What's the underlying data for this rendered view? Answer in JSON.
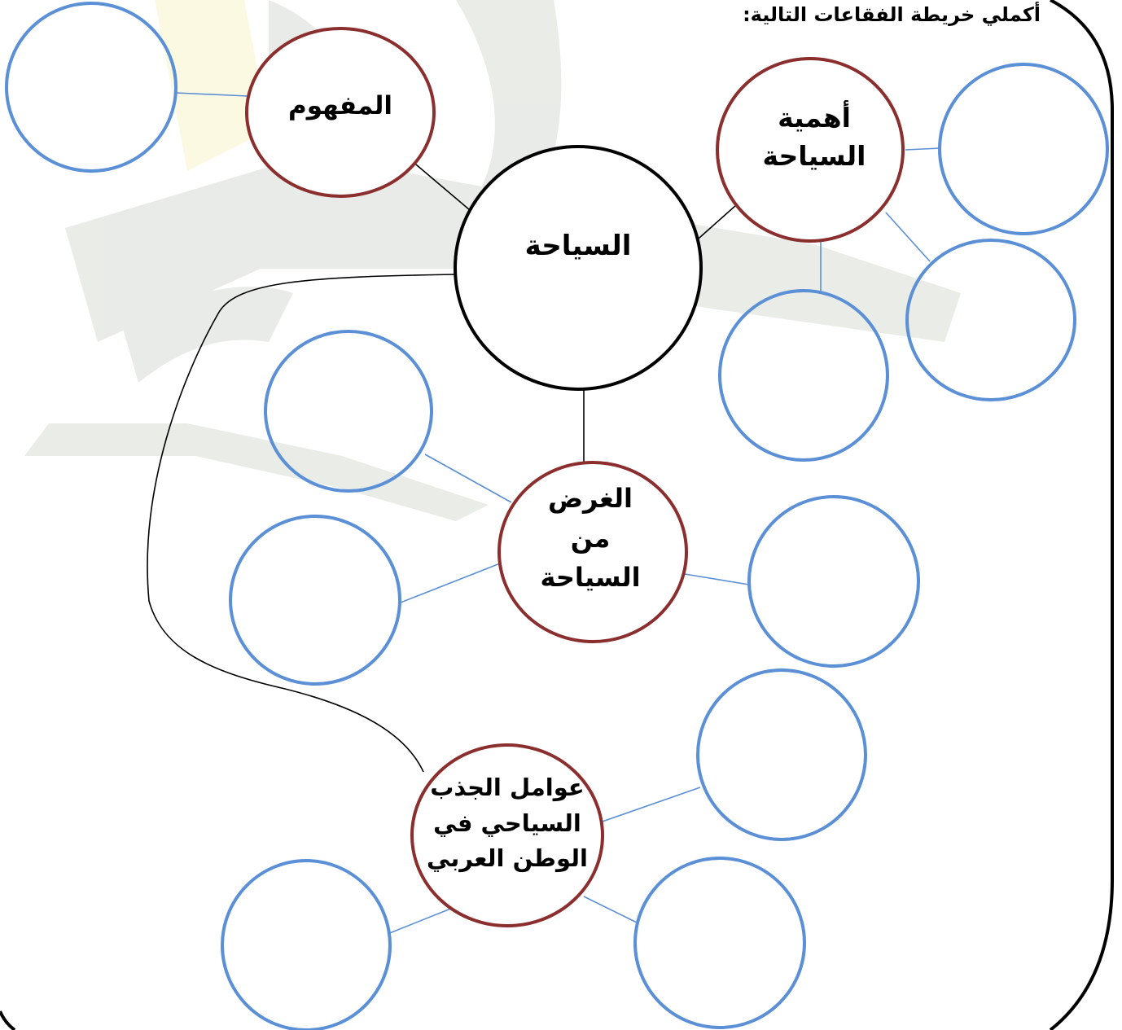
{
  "instruction": "أكملي خريطة الفقاعات التالية:",
  "center": {
    "label": "السياحة"
  },
  "branches": [
    {
      "id": "concept",
      "label": "المفهوم"
    },
    {
      "id": "importance",
      "label": "أهمية\nالسياحة"
    },
    {
      "id": "purpose",
      "label": "الغرض\nمن\nالسياحة"
    },
    {
      "id": "attraction",
      "label": "عوامل الجذب\nالسياحي في\nالوطن العربي"
    }
  ],
  "colors": {
    "answer_bubble": "#5b8fd6",
    "category_bubble": "#8b2e2e",
    "center_bubble": "#000000",
    "watermark": "#d8dcd6"
  }
}
